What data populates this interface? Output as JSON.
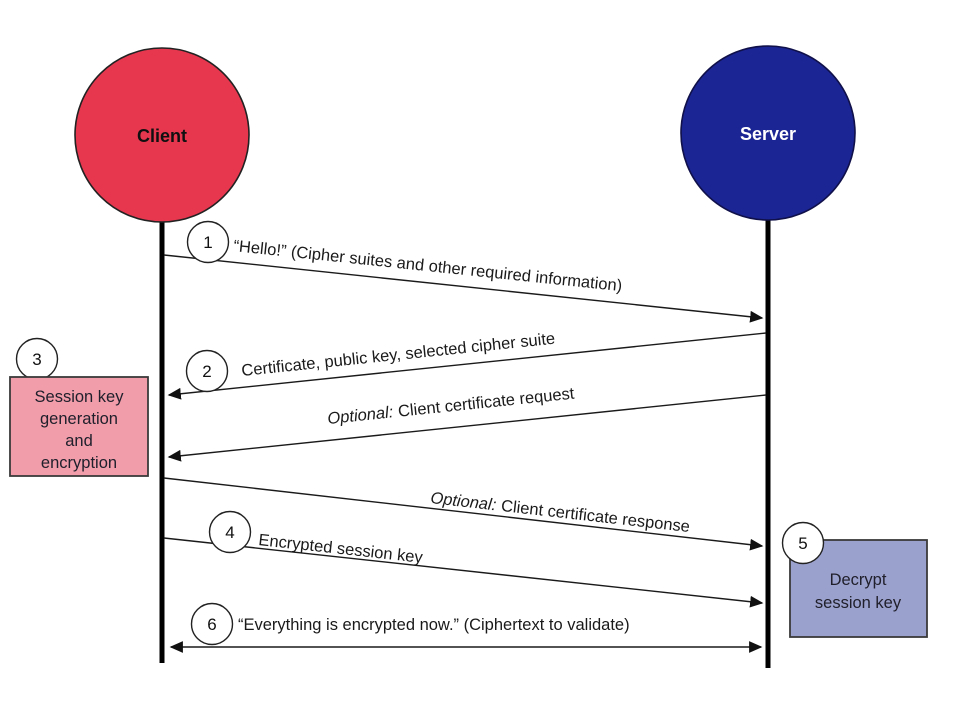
{
  "actors": {
    "client": "Client",
    "server": "Server"
  },
  "steps": {
    "s1": {
      "num": "1",
      "label": "“Hello!” (Cipher suites and other required information)",
      "from": "client",
      "to": "server"
    },
    "s2": {
      "num": "2",
      "label": "Certificate, public key, selected cipher suite",
      "from": "server",
      "to": "client"
    },
    "opt_request": {
      "prefix": "Optional:",
      "rest": "Client certificate request",
      "from": "server",
      "to": "client"
    },
    "s3": {
      "num": "3",
      "lines": [
        "Session key",
        "generation",
        "and",
        "encryption"
      ]
    },
    "opt_response": {
      "prefix": "Optional:",
      "rest": "Client certificate response",
      "from": "client",
      "to": "server"
    },
    "s4": {
      "num": "4",
      "label": "Encrypted session key",
      "from": "client",
      "to": "server"
    },
    "s5": {
      "num": "5",
      "lines": [
        "Decrypt",
        "session key"
      ]
    },
    "s6": {
      "num": "6",
      "label": "“Everything is encrypted now.” (Ciphertext to validate)",
      "direction": "bidirectional"
    }
  },
  "colors": {
    "client_fill": "#E7374F",
    "server_fill": "#1B2593",
    "client_text": "#101010",
    "server_text": "#ffffff",
    "note_pink": "#F19DAA",
    "note_purple": "#9BA1CD"
  }
}
